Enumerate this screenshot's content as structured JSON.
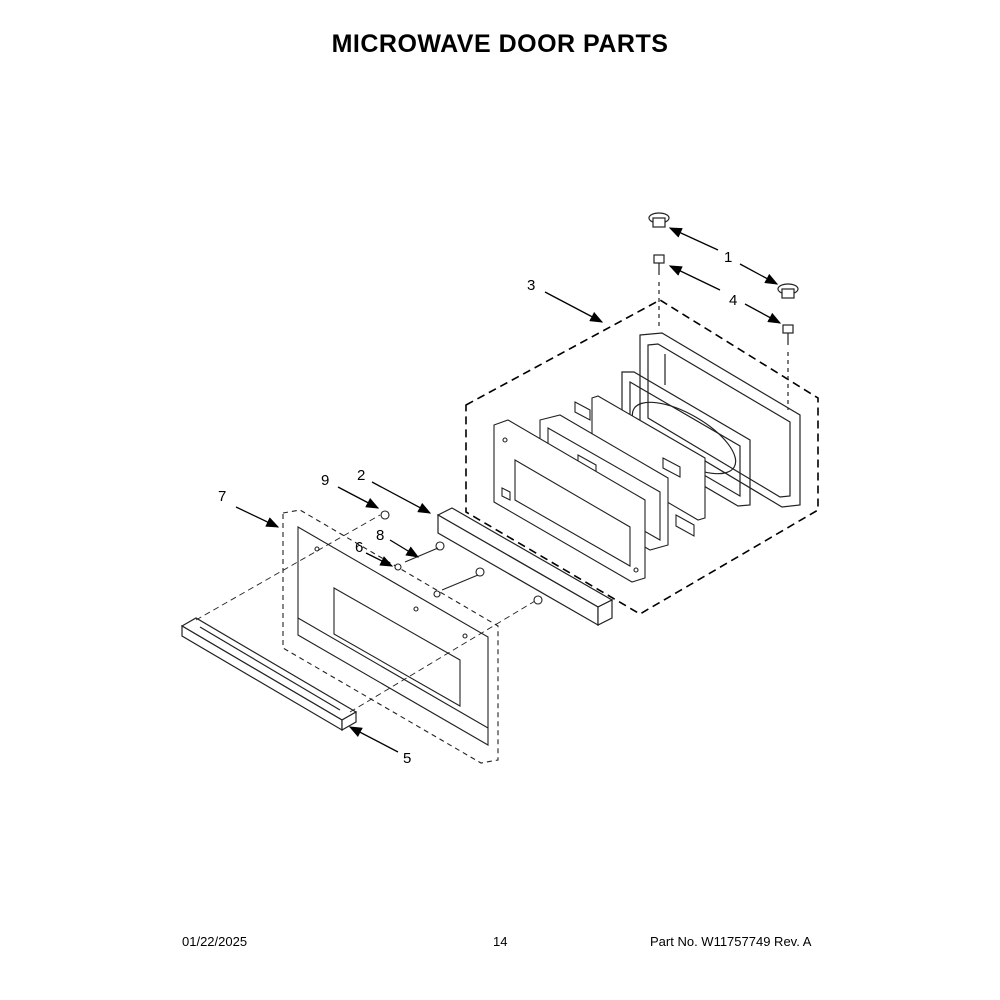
{
  "title": "MICROWAVE DOOR PARTS",
  "callouts": [
    "1",
    "2",
    "3",
    "4",
    "5",
    "6",
    "7",
    "8",
    "9"
  ],
  "footer": {
    "date": "01/22/2025",
    "page": "14",
    "part_no": "Part No.  W11757749  Rev.  A"
  }
}
